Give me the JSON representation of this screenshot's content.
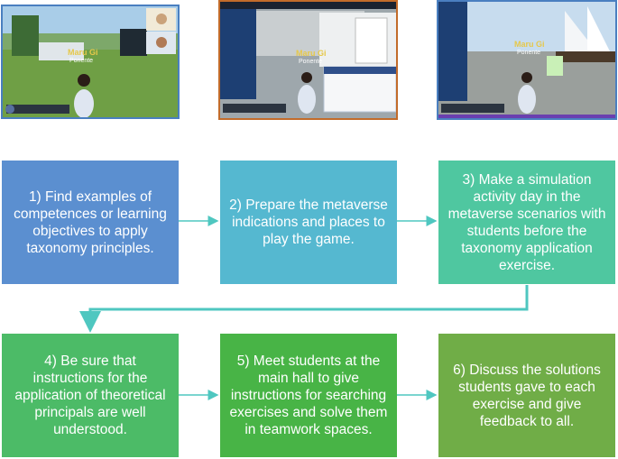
{
  "screenshots": [
    {
      "name": "Maru Gi",
      "tag": "Ponente",
      "accent": "#4a7fc0"
    },
    {
      "name": "Maru Gi",
      "tag": "Ponente",
      "accent": "#c26b2a"
    },
    {
      "name": "Maru Gi",
      "tag": "Ponente",
      "accent": "#4a7fc0"
    }
  ],
  "steps": [
    {
      "text": "1) Find examples of competences or learning objectives to apply taxonomy principles.",
      "color": "#5b8fd0"
    },
    {
      "text": "2)  Prepare the metaverse indications and places to play the game.",
      "color": "#55b8d0"
    },
    {
      "text": "3) Make a simulation activity day in the metaverse scenarios with students before the taxonomy application exercise.",
      "color": "#4fc7a0"
    },
    {
      "text": "4) Be sure that instructions for the application of theoretical principals are well understood.",
      "color": "#4cbb67"
    },
    {
      "text": "5) Meet students at the main hall to give instructions for searching exercises and solve them in teamwork spaces.",
      "color": "#48b446"
    },
    {
      "text": "6) Discuss the solutions students gave to each exercise and give feedback to all.",
      "color": "#70ad47"
    }
  ],
  "connector_color": "#4fc7c0"
}
